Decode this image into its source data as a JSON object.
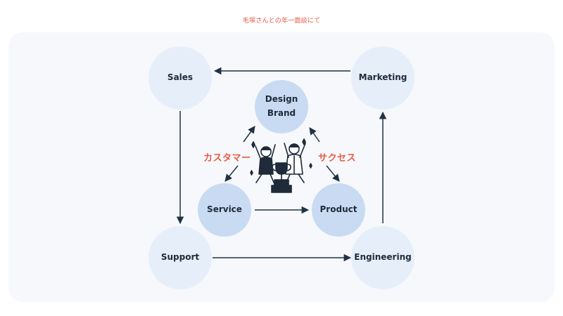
{
  "caption": "毛塚さんとの年一面談にて",
  "nodes": {
    "sales": "Sales",
    "marketing": "Marketing",
    "support": "Support",
    "engineering": "Engineering",
    "design_line1": "Design",
    "design_line2": "Brand",
    "service": "Service",
    "product": "Product"
  },
  "labels": {
    "customer": "カスタマー",
    "success": "サクセス"
  },
  "colors": {
    "accent_text": "#e8553f",
    "outer_circle": "#e6eff9",
    "inner_circle": "#c9dbf3",
    "arrow": "#1f3344",
    "panel": "#f6f8fb"
  },
  "illustration": "two-people-celebrating-with-trophy-icon"
}
